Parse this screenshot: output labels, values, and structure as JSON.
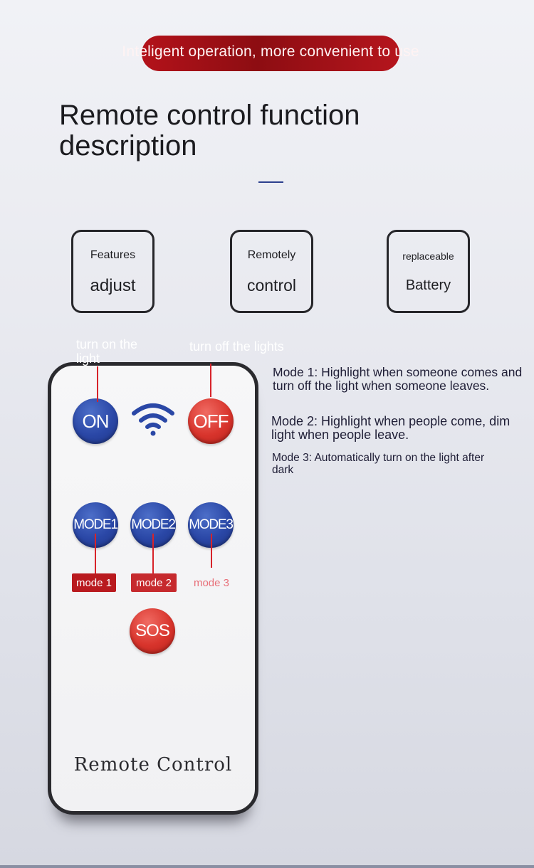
{
  "banner": {
    "text": "Inteligent operation, more convenient to use"
  },
  "title": "Remote control function description",
  "features": [
    {
      "small": "Features",
      "big": "adjust"
    },
    {
      "small": "Remotely",
      "big": "control"
    },
    {
      "small": "replaceable",
      "big": "Battery"
    }
  ],
  "labels": {
    "turn_on": "turn on the light",
    "turn_off": "turn off the lights"
  },
  "remote": {
    "buttons": {
      "on": "ON",
      "off": "OFF",
      "mode1": "MODE1",
      "mode2": "MODE2",
      "mode3": "MODE3",
      "sos": "SOS"
    },
    "mode_tags": [
      "mode 1",
      "mode 2",
      "mode 3"
    ],
    "label": "Remote Control",
    "icon": "wifi-icon"
  },
  "modes": [
    "Mode 1: Highlight when someone comes and turn off the light when someone leaves.",
    "Mode 2: Highlight when people come, dim light when people leave.",
    "Mode 3: Automatically turn on the light after dark"
  ],
  "colors": {
    "banner": "#9e1016",
    "blue_button": "#2a47a6",
    "red_button": "#d8342c"
  }
}
